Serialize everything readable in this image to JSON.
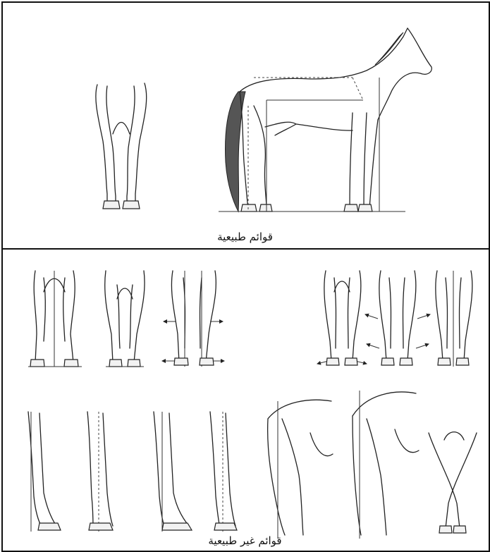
{
  "captions": {
    "normal": "قوائم طبيعية",
    "abnormal": "قوائم غير طبيعية"
  },
  "colors": {
    "line": "#222222",
    "background": "#ffffff",
    "border": "#111111"
  },
  "illustrations": {
    "normal_panel": [
      "rear-legs-normal-view",
      "horse-side-view-with-plumb-lines"
    ],
    "abnormal_panel_row1": [
      "front-legs-base-wide",
      "front-legs-base-narrow",
      "front-legs-with-arrows",
      "rear-legs-with-arrows-1",
      "rear-legs-with-arrows-2",
      "rear-legs-with-arrows-3"
    ],
    "abnormal_panel_row2": [
      "side-leg-1",
      "side-leg-2",
      "side-leg-3",
      "side-leg-4",
      "hind-side-camped-under",
      "hind-side-camped-out",
      "crossed-legs"
    ]
  }
}
